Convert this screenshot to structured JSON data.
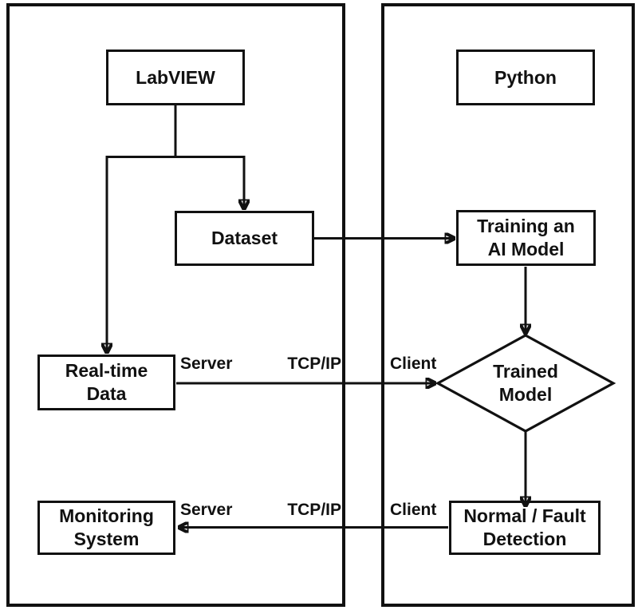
{
  "diagram": {
    "nodes": {
      "labview": {
        "label": "LabVIEW"
      },
      "python": {
        "label": "Python"
      },
      "dataset": {
        "label": "Dataset"
      },
      "training": {
        "line1": "Training an",
        "line2": "AI Model"
      },
      "realtime": {
        "line1": "Real-time",
        "line2": "Data"
      },
      "trained": {
        "line1": "Trained",
        "line2": "Model"
      },
      "monitoring": {
        "line1": "Monitoring",
        "line2": "System"
      },
      "detection": {
        "line1": "Normal / Fault",
        "line2": "Detection"
      }
    },
    "edge_labels": {
      "realtime_link": {
        "server": "Server",
        "protocol": "TCP/IP",
        "client": "Client"
      },
      "detection_link": {
        "server": "Server",
        "protocol": "TCP/IP",
        "client": "Client"
      }
    },
    "colors": {
      "line": "#111111",
      "background": "#ffffff",
      "text": "#111111"
    }
  }
}
